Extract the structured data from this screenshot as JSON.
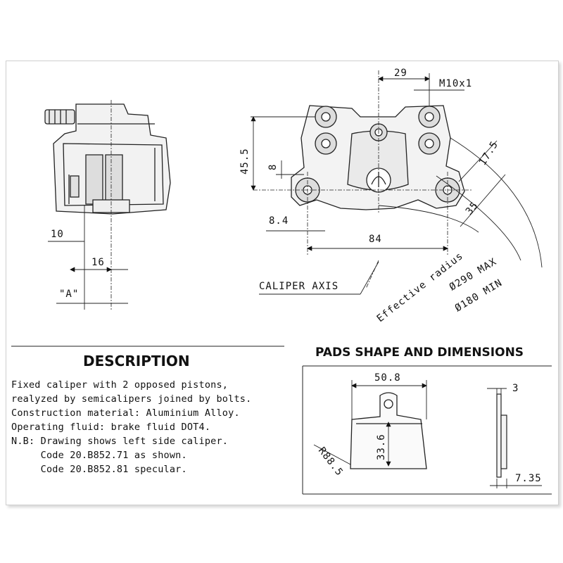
{
  "dimensions": {
    "d29": "29",
    "thread": "M10x1",
    "d45_5": "45.5",
    "d8": "8",
    "d8_4": "8.4",
    "d84": "84",
    "d17_5": "17.5",
    "d35": "35",
    "d10": "10",
    "d16": "16",
    "detail_a": "\"A\"",
    "pad_width": "50.8",
    "pad_height": "33.6",
    "pad_radius": "R88.5",
    "pad_thk": "3",
    "pad_total": "7.35"
  },
  "labels": {
    "caliper_axis": "CALIPER AXIS",
    "effective_radius": "Effective radius",
    "disc_max": "Ø290 MAX",
    "disc_min": "Ø180 MIN"
  },
  "description": {
    "heading": "DESCRIPTION",
    "lines": [
      "Fixed caliper with 2 opposed pistons,",
      "realyzed by semicalipers joined by bolts.",
      "Construction material: Aluminium Alloy.",
      "Operating fluid: brake fluid DOT4.",
      "N.B: Drawing shows left side caliper.",
      "     Code 20.B852.71 as shown.",
      "     Code 20.B852.81 specular."
    ]
  },
  "pads": {
    "heading": "PADS SHAPE AND DIMENSIONS"
  },
  "icons": {
    "logo": "brembo-logo",
    "bolts": "bolt-head-icon"
  }
}
